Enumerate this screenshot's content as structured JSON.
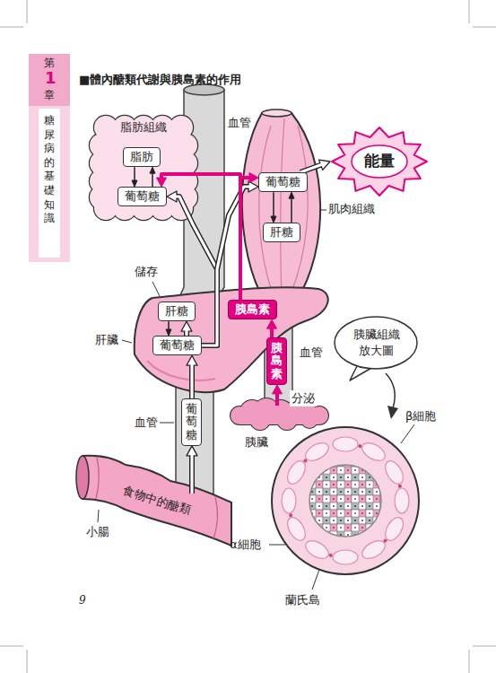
{
  "diagram": {
    "title": "■體內醣類代謝與胰島素的作用",
    "nodes": [
      {
        "text": [
          "脂肪組織"
        ]
      },
      {
        "text": [
          "脂肪"
        ],
        "in": 0
      },
      {
        "text": [
          "葡萄糖"
        ],
        "in": 0
      },
      {
        "text": [
          "能量"
        ]
      },
      {
        "text": [
          "肌肉組織"
        ]
      },
      {
        "text": [
          "葡萄糖"
        ],
        "in": 4
      },
      {
        "text": [
          "肝糖"
        ],
        "in": 4
      },
      {
        "text": [
          "肝臟"
        ]
      },
      {
        "text": [
          "肝糖"
        ],
        "in": 7
      },
      {
        "text": [
          "葡萄糖"
        ],
        "in": 7
      },
      {
        "text": [
          "胰島素"
        ],
        "in": 7
      },
      {
        "text": [
          "胰島素"
        ]
      },
      {
        "text": [
          "葡萄糖"
        ]
      },
      {
        "text": [
          "胰臟"
        ]
      },
      {
        "text": [
          "胰臟組織 放大圖"
        ]
      },
      {
        "text": [
          "小腸",
          "食物中的醣類"
        ]
      }
    ],
    "edges": [
      {
        "from": 1,
        "to": 2,
        "arrow": "to"
      },
      {
        "from": 2,
        "to": 1,
        "arrow": "to"
      },
      {
        "from": 5,
        "to": 3,
        "arrow": "to"
      },
      {
        "from": 5,
        "to": 6,
        "arrow": "to"
      },
      {
        "from": 6,
        "to": 5,
        "arrow": "to"
      },
      {
        "from": 8,
        "to": 9,
        "arrow": "to"
      },
      {
        "from": 9,
        "to": 8,
        "arrow": "to"
      },
      {
        "from": 15,
        "to": 12,
        "arrow": "to"
      },
      {
        "from": 12,
        "to": 9,
        "arrow": "to"
      },
      {
        "from": 9,
        "to": 2,
        "arrow": "to"
      },
      {
        "from": 9,
        "to": 5,
        "arrow": "to"
      },
      {
        "from": 13,
        "to": 11,
        "arrow": "to",
        "label": "分泌"
      },
      {
        "from": 11,
        "to": 10,
        "arrow": "to"
      },
      {
        "from": 10,
        "to": 2,
        "arrow": "to"
      },
      {
        "from": 10,
        "to": 5,
        "arrow": "to"
      }
    ],
    "labels": [
      "第",
      "1",
      "章",
      "糖尿病的基礎知識",
      "血管",
      "儲存",
      "血管",
      "血管",
      "β細胞",
      "α細胞",
      "蘭氏島",
      "9"
    ]
  }
}
